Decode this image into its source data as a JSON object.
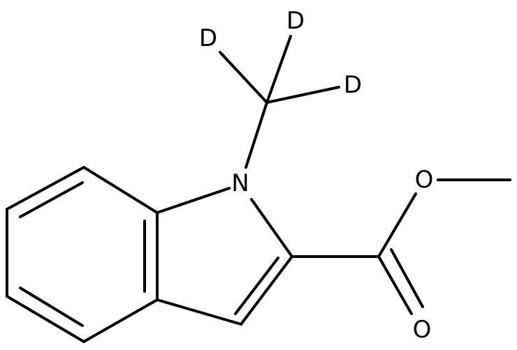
{
  "atoms": {
    "N": "N",
    "O_ester": "O",
    "O_carbonyl": "O",
    "D1": "D",
    "D2": "D",
    "D3": "D"
  },
  "colors": {
    "bond": "#000000",
    "label": "#000000",
    "background": "#ffffff"
  }
}
